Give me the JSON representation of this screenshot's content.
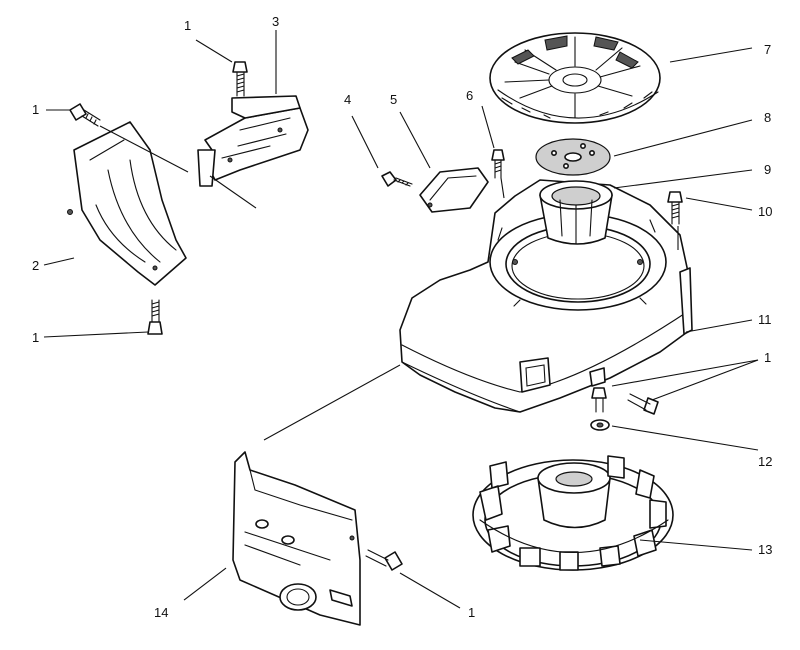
{
  "diagram": {
    "callouts": {
      "c1a": "1",
      "c1b": "1",
      "c1c": "1",
      "c1d": "1",
      "c1e": "1",
      "c2": "2",
      "c3": "3",
      "c4": "4",
      "c5": "5",
      "c6": "6",
      "c7": "7",
      "c8": "8",
      "c9": "9",
      "c10": "10",
      "c11": "11",
      "c12": "12",
      "c13": "13",
      "c14": "14"
    }
  }
}
